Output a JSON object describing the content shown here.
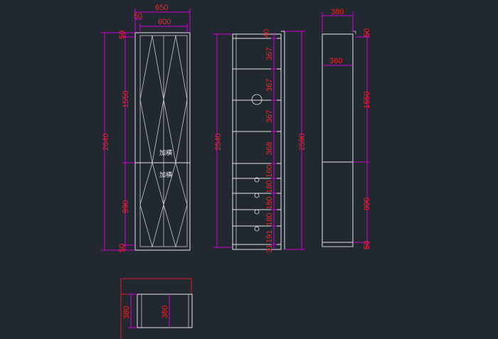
{
  "front_view": {
    "total_width": "650",
    "side_thickness": "50",
    "inner_width": "600",
    "overall_height": "2640",
    "top_band": "50",
    "upper_door": "1550",
    "lower_door": "990",
    "bottom_band": "50",
    "upper_door_label": "加横",
    "lower_door_label": "加横"
  },
  "section_view": {
    "overall_height": "2540",
    "carcass_height": "2590",
    "top_gap": "40",
    "shelf_heights": [
      "367",
      "367",
      "367",
      "368"
    ],
    "drawer_heights": [
      "160",
      "180",
      "180",
      "180",
      "191"
    ],
    "bottom_gap": "31"
  },
  "side_view": {
    "depth": "380",
    "inner_depth": "360",
    "top_band": "50",
    "upper_door": "1550",
    "lower_door": "990",
    "bottom_band": "50"
  },
  "plan_view": {
    "depth": "380",
    "inner_depth": "360"
  }
}
